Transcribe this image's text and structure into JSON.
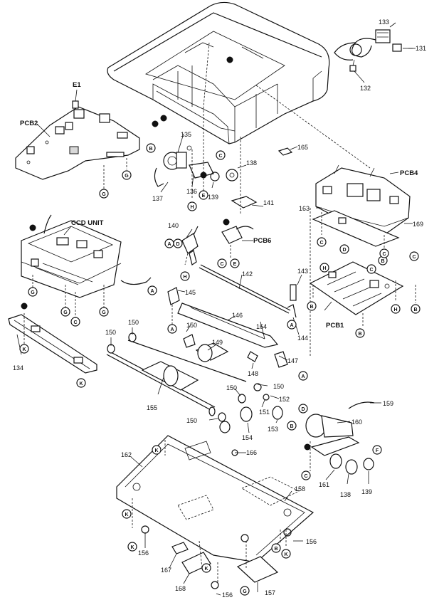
{
  "parts": {
    "131": "131",
    "132": "132",
    "133": "133",
    "134": "134",
    "135": "135",
    "136": "136",
    "137": "137",
    "138": "138",
    "139": "139",
    "140": "140",
    "141": "141",
    "142": "142",
    "143": "143",
    "144": "144",
    "145": "145",
    "146": "146",
    "147": "147",
    "148": "148",
    "149": "149",
    "150": "150",
    "151": "151",
    "152": "152",
    "153": "153",
    "154": "154",
    "155": "155",
    "156": "156",
    "157": "157",
    "158": "158",
    "159": "159",
    "160": "160",
    "161": "161",
    "162": "162",
    "163": "163",
    "164": "164",
    "165": "165",
    "166": "166",
    "167": "167",
    "168": "168",
    "169": "169"
  },
  "assemblies": {
    "e1": "E1",
    "pcb1": "PCB1",
    "pcb2": "PCB2",
    "pcb4": "PCB4",
    "pcb6": "PCB6",
    "ccd": "CCD UNIT"
  },
  "screw_letters": {
    "a": "A",
    "b": "B",
    "c": "C",
    "d": "D",
    "e": "E",
    "f": "F",
    "g": "G",
    "h": "H",
    "k": "K"
  }
}
